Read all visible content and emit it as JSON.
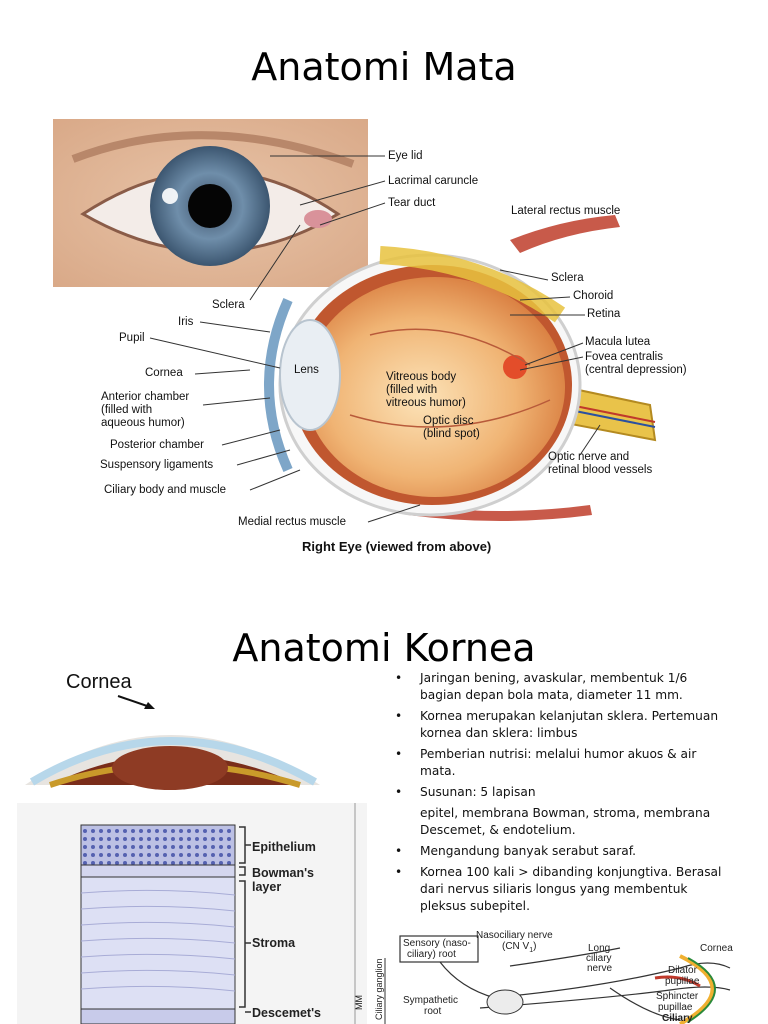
{
  "slide1": {
    "title": "Anatomi Mata",
    "caption": "Right Eye (viewed from above)",
    "labels": {
      "eye_lid": "Eye lid",
      "lacrimal_caruncle": "Lacrimal caruncle",
      "tear_duct": "Tear duct",
      "lateral_rectus": "Lateral rectus muscle",
      "sclera_right": "Sclera",
      "choroid": "Choroid",
      "retina": "Retina",
      "macula_lutea": "Macula lutea",
      "fovea_centralis": "Fovea centralis",
      "central_depression": "(central depression)",
      "sclera_left": "Sclera",
      "iris": "Iris",
      "pupil": "Pupil",
      "lens": "Lens",
      "cornea": "Cornea",
      "anterior_chamber_1": "Anterior chamber",
      "anterior_chamber_2": "(filled with",
      "anterior_chamber_3": "aqueous humor)",
      "vitreous_1": "Vitreous body",
      "vitreous_2": "(filled with",
      "vitreous_3": "vitreous humor)",
      "optic_disc_1": "Optic disc",
      "optic_disc_2": "(blind spot)",
      "optic_nerve_1": "Optic nerve and",
      "optic_nerve_2": "retinal blood vessels",
      "posterior_chamber": "Posterior chamber",
      "suspensory": "Suspensory ligaments",
      "ciliary_body": "Ciliary body and muscle",
      "medial_rectus": "Medial rectus muscle"
    }
  },
  "slide2": {
    "title": "Anatomi Kornea",
    "cornea_label": "Cornea",
    "bullets": [
      {
        "text": "Jaringan bening, avaskular, membentuk 1/6 bagian depan bola mata, diameter 11 mm."
      },
      {
        "text": "Kornea merupakan kelanjutan sklera. Pertemuan kornea dan sklera: limbus"
      },
      {
        "text": "Pemberian nutrisi: melalui humor akuos & air mata."
      },
      {
        "text": "Susunan: 5 lapisan"
      }
    ],
    "continuation": "epitel, membrana Bowman, stroma, membrana Descemet, & endotelium.",
    "bullets_after": [
      {
        "text": "Mengandung banyak serabut saraf."
      },
      {
        "text": "Kornea 100 kali > dibanding konjungtiva. Berasal dari nervus siliaris longus yang membentuk pleksus subepitel."
      }
    ],
    "layers": {
      "epithelium": "Epithelium",
      "bowmans_1": "Bowman's",
      "bowmans_2": "layer",
      "stroma": "Stroma",
      "descemets": "Descemet's"
    },
    "side_text": "MM",
    "nerve": {
      "nasociliary_1": "Nasociliary nerve",
      "nasociliary_2": "(CN V",
      "nasociliary_sub": "1",
      "nasociliary_3": ")",
      "sensory_1": "Sensory (naso-",
      "sensory_2": "ciliary) root",
      "long_1": "Long",
      "long_2": "ciliary",
      "long_3": "nerve",
      "cornea": "Cornea",
      "dilator_1": "Dilator",
      "dilator_2": "pupillae",
      "sphincter_1": "Sphincter",
      "sphincter_2": "pupillae",
      "ciliary": "Ciliary",
      "sympathetic_1": "Sympathetic",
      "sympathetic_2": "root",
      "ganglion": "Ciliary ganglion"
    }
  }
}
